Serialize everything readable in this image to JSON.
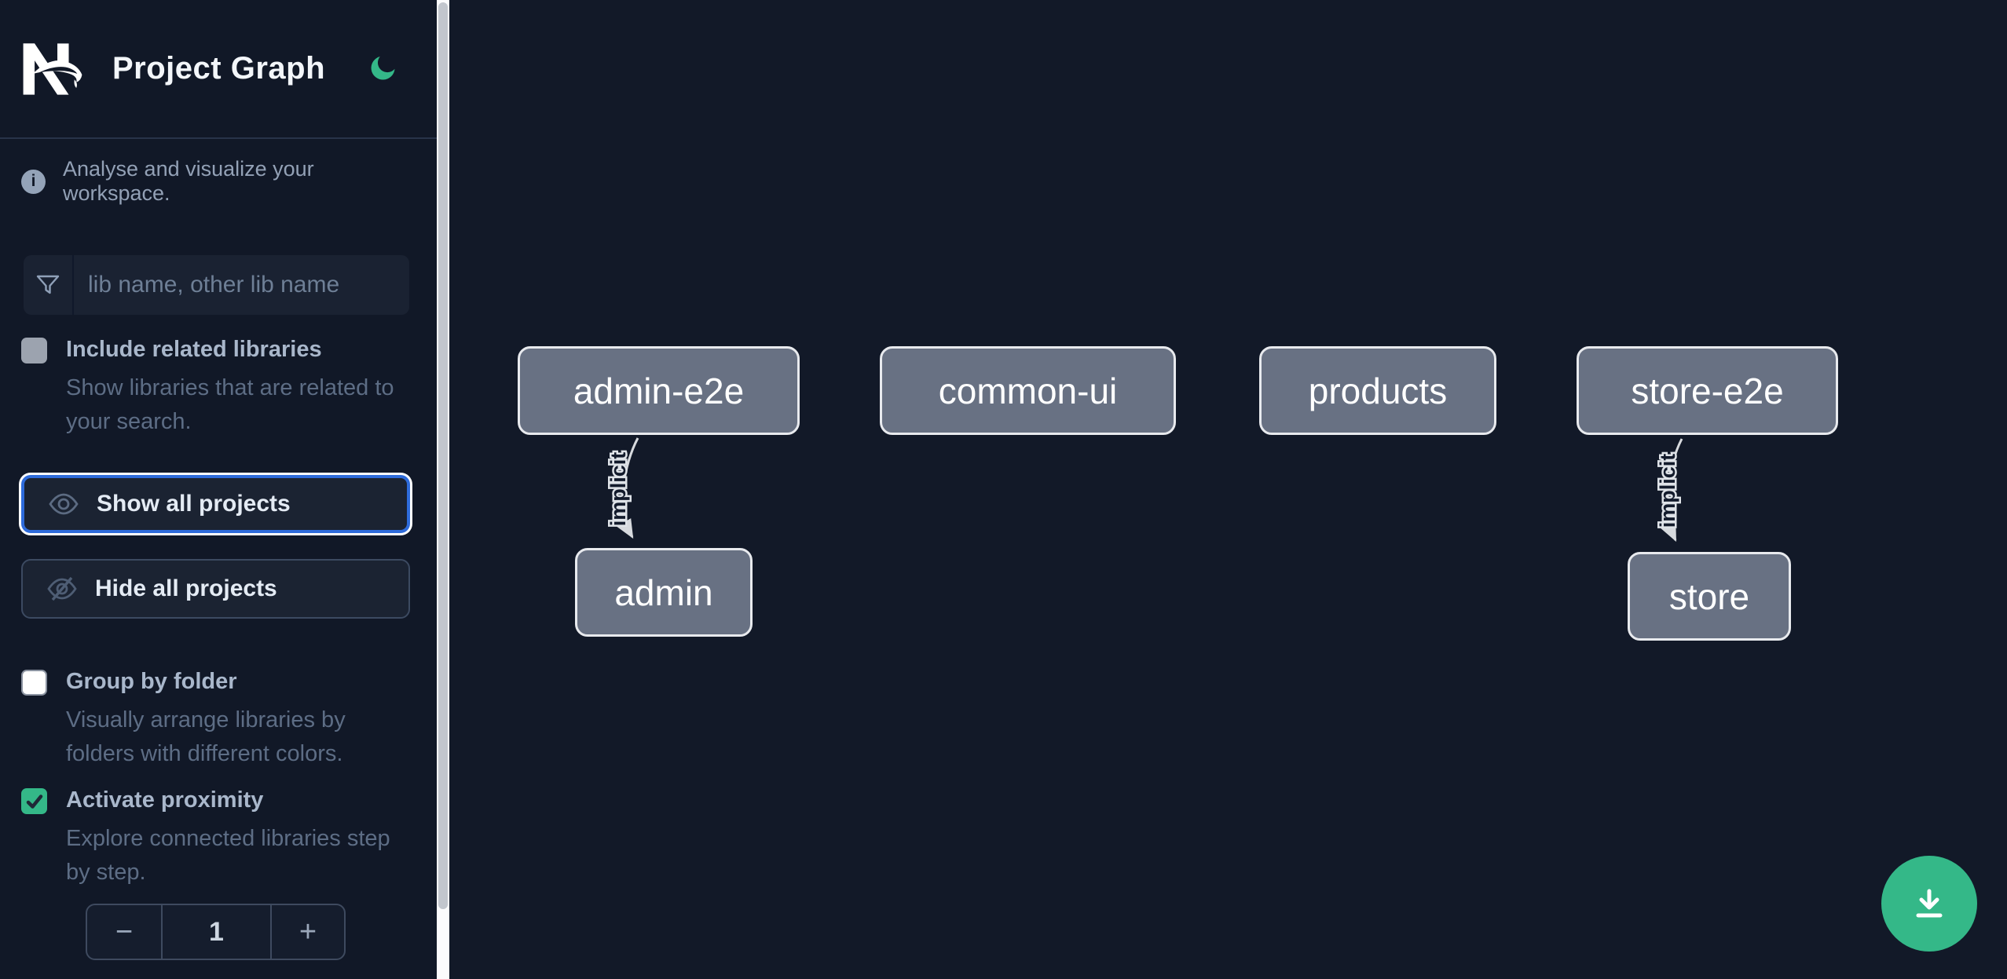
{
  "header": {
    "title": "Project Graph"
  },
  "intro": {
    "text": "Analyse and visualize your workspace."
  },
  "search": {
    "placeholder": "lib name, other lib name",
    "value": ""
  },
  "filters": {
    "include_related": {
      "label": "Include related libraries",
      "description": "Show libraries that are related to your search.",
      "checked": false
    },
    "group_by_folder": {
      "label": "Group by folder",
      "description": "Visually arrange libraries by folders with different colors.",
      "checked": false
    },
    "activate_proximity": {
      "label": "Activate proximity",
      "description": "Explore connected libraries step by step.",
      "checked": true
    }
  },
  "actions": {
    "show_all": "Show all projects",
    "hide_all": "Hide all projects"
  },
  "proximity_stepper": {
    "decrement": "−",
    "value": "1",
    "increment": "+"
  },
  "graph": {
    "nodes": [
      {
        "id": "admin-e2e",
        "label": "admin-e2e"
      },
      {
        "id": "common-ui",
        "label": "common-ui"
      },
      {
        "id": "products",
        "label": "products"
      },
      {
        "id": "store-e2e",
        "label": "store-e2e"
      },
      {
        "id": "admin",
        "label": "admin"
      },
      {
        "id": "store",
        "label": "store"
      }
    ],
    "edges": [
      {
        "from": "admin-e2e",
        "to": "admin",
        "label": "implicit",
        "type": "implicit"
      },
      {
        "from": "store-e2e",
        "to": "store",
        "label": "implicit",
        "type": "implicit"
      }
    ]
  },
  "fab": {
    "icon": "download"
  },
  "colors": {
    "accent_green": "#34b888",
    "focus_blue": "#2e6bdb",
    "node_fill": "#687183",
    "node_border": "#e8eaee",
    "background": "#121928",
    "sidebar_background": "#111827"
  }
}
